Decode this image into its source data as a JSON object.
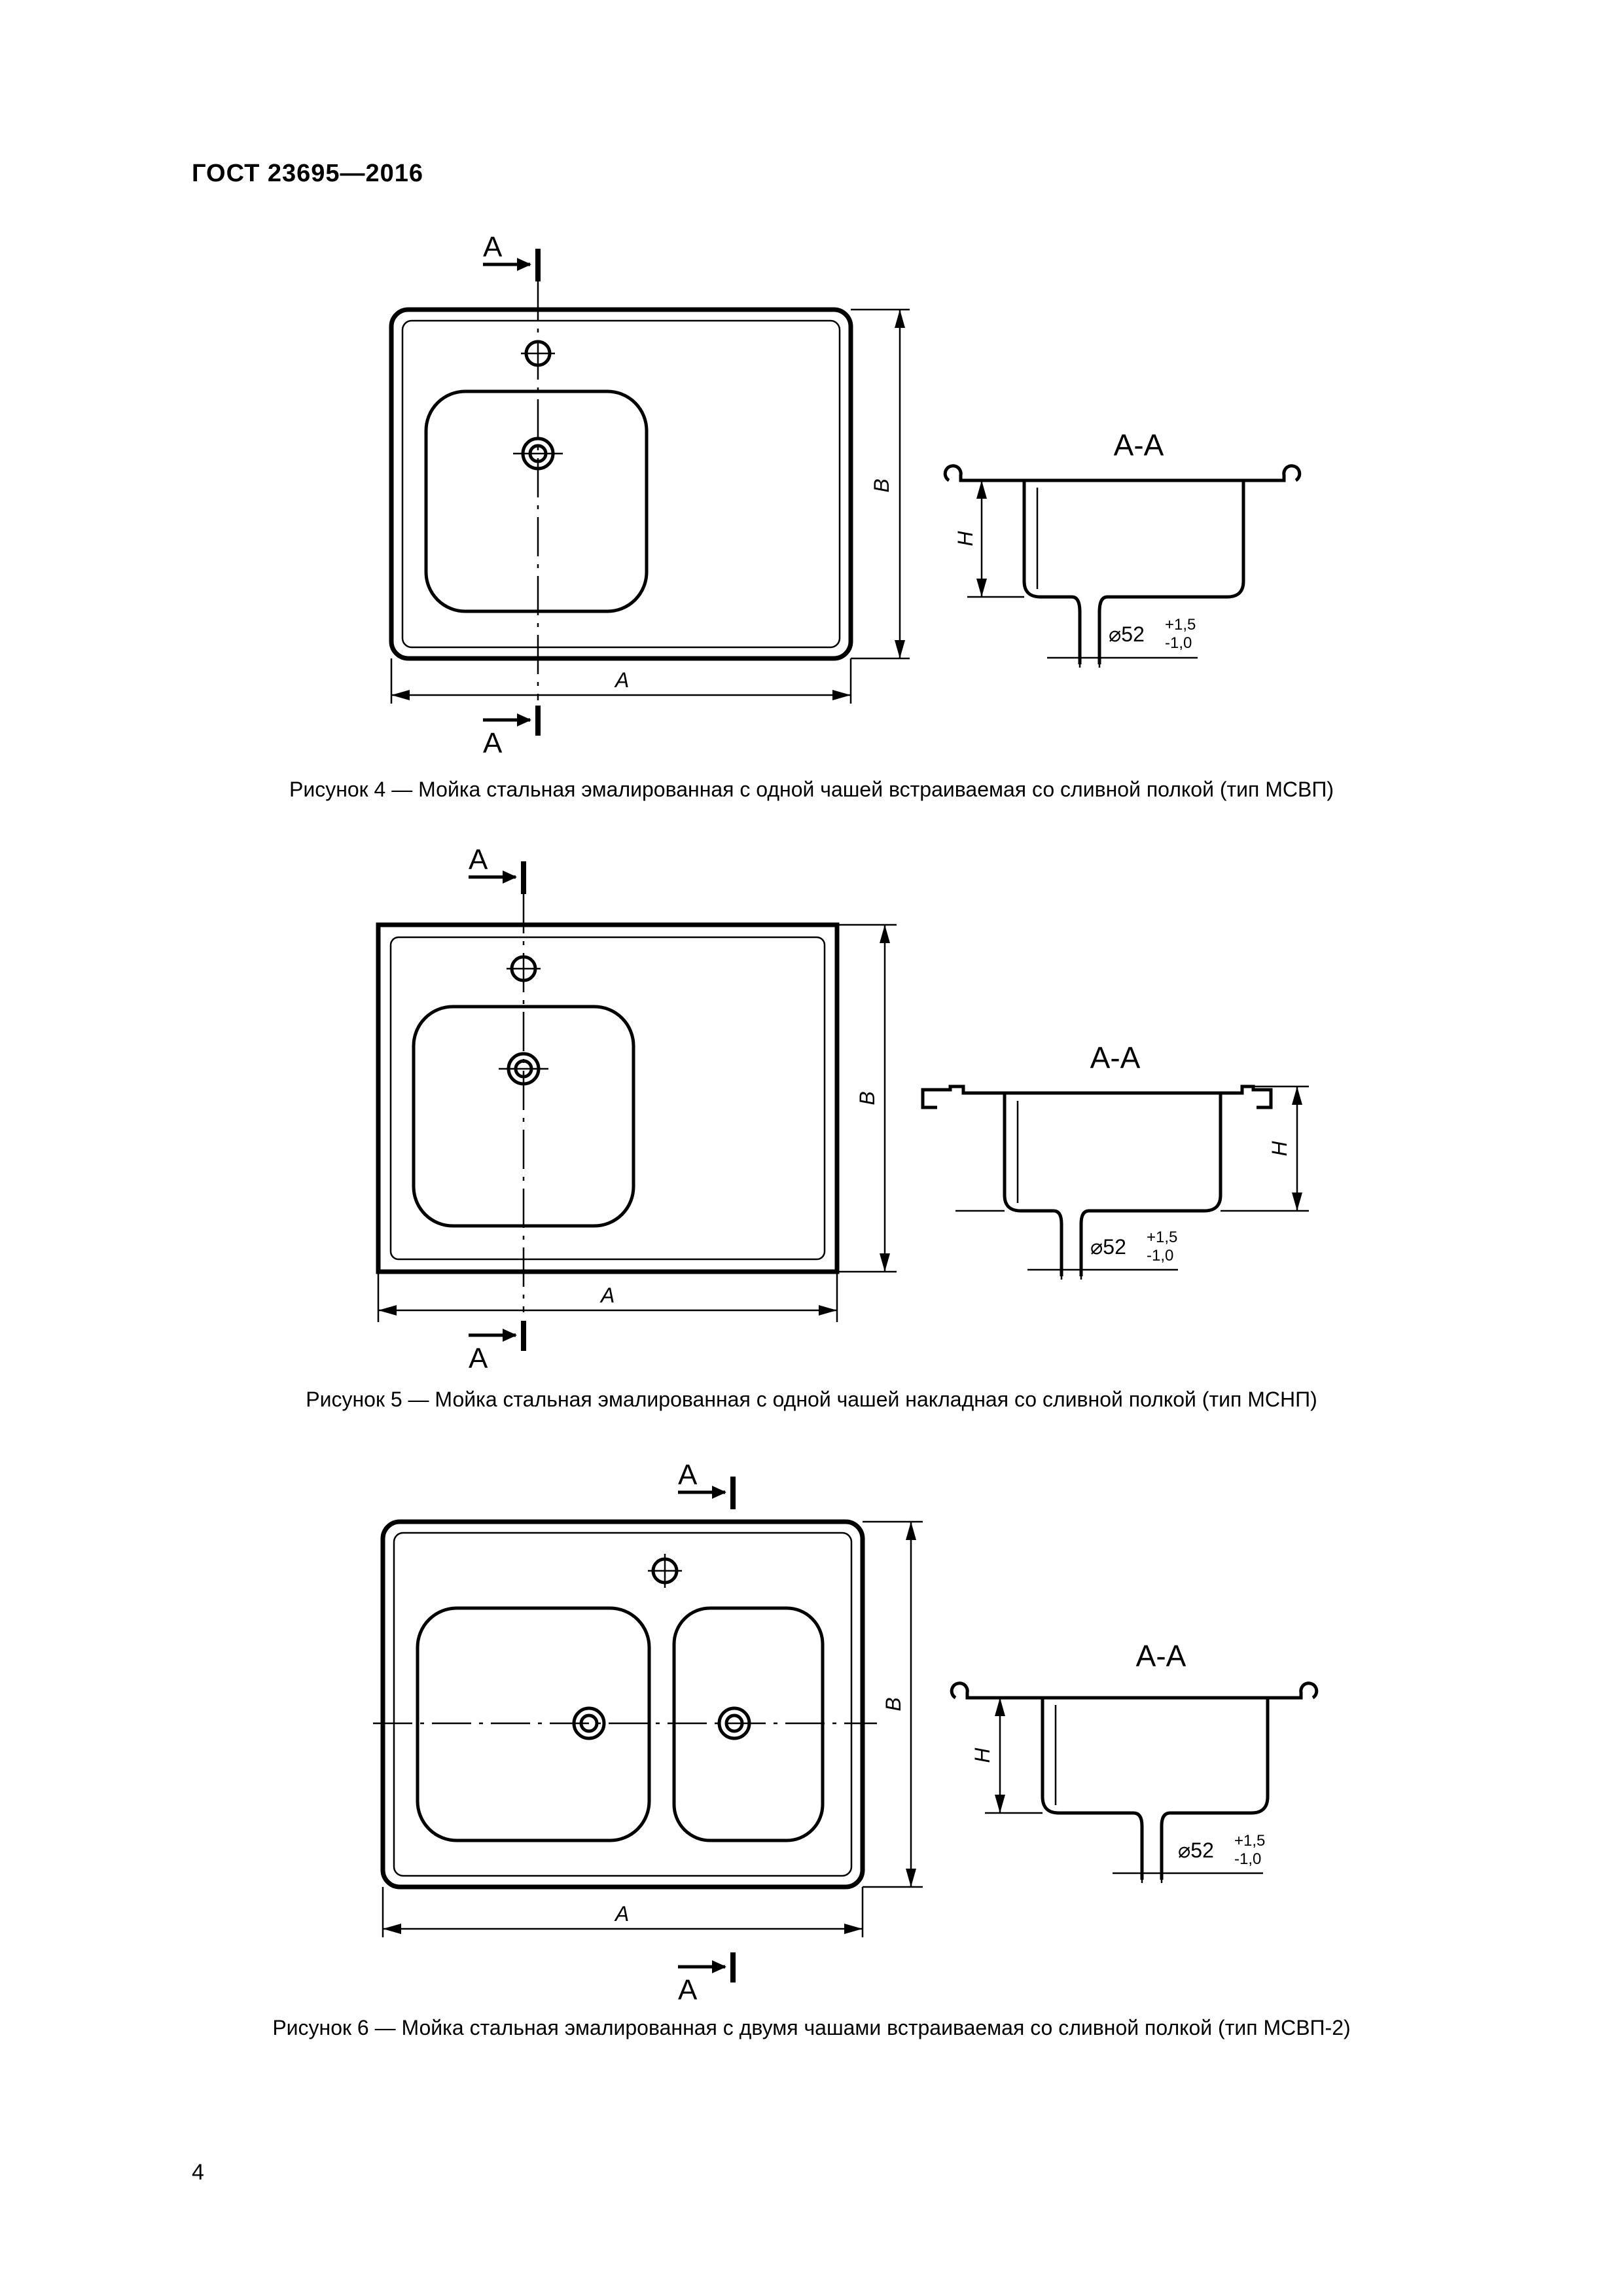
{
  "header": {
    "standard": "ГОСТ 23695—2016"
  },
  "figures": [
    {
      "caption": "Рисунок 4 — Мойка стальная эмалированная с одной чашей встраиваемая со сливной полкой (тип МСВП)",
      "section_marker": "А",
      "section_title": "А-А",
      "dim_a": "A",
      "dim_b": "B",
      "dim_h": "H",
      "drain_diameter": "⌀52",
      "tolerance_upper": "+1,5",
      "tolerance_lower": "-1,0"
    },
    {
      "caption": "Рисунок 5 — Мойка стальная эмалированная с одной чашей накладная со сливной полкой (тип МСНП)",
      "section_marker": "А",
      "section_title": "А-А",
      "dim_a": "A",
      "dim_b": "B",
      "dim_h": "H",
      "drain_diameter": "⌀52",
      "tolerance_upper": "+1,5",
      "tolerance_lower": "-1,0"
    },
    {
      "caption": "Рисунок 6 — Мойка стальная эмалированная с двумя чашами встраиваемая со сливной полкой (тип МСВП-2)",
      "section_marker": "А",
      "section_title": "А-А",
      "dim_a": "A",
      "dim_b": "B",
      "dim_h": "H",
      "drain_diameter": "⌀52",
      "tolerance_upper": "+1,5",
      "tolerance_lower": "-1,0"
    }
  ],
  "page_number": "4"
}
